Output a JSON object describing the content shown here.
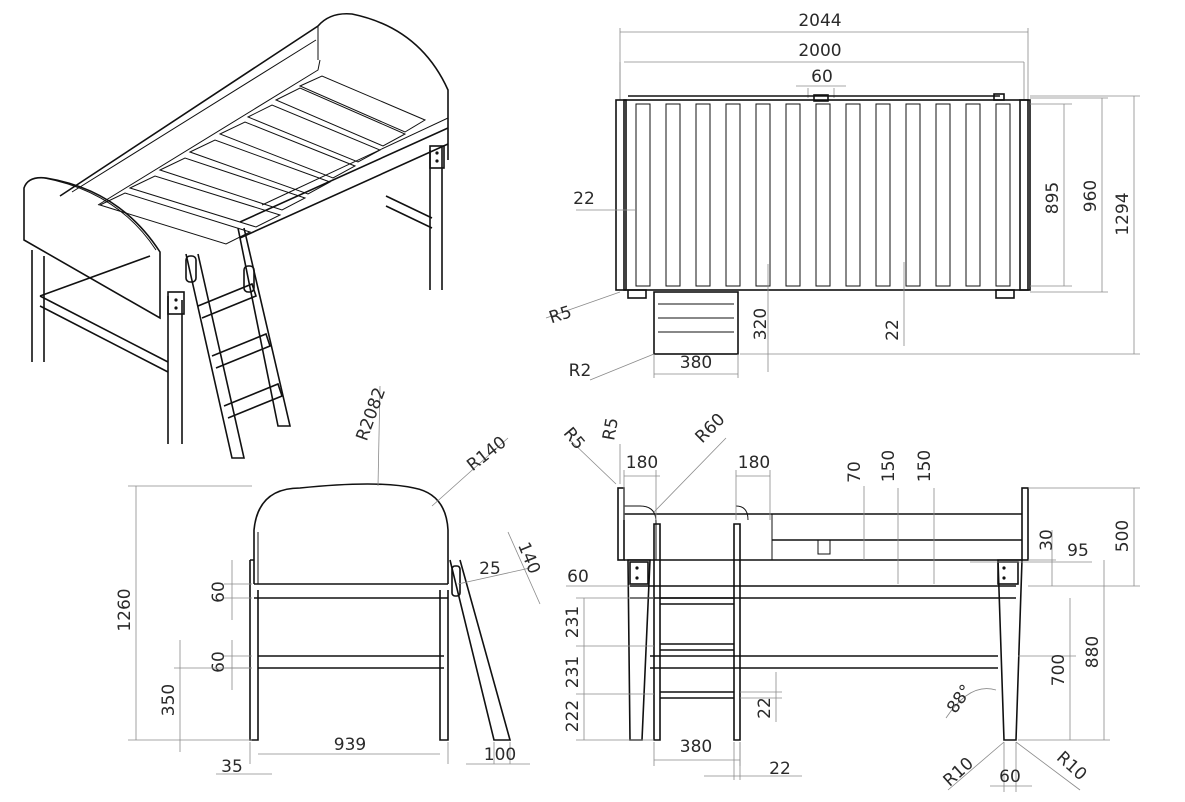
{
  "top_view": {
    "overall_length": "2044",
    "inner_length": "2000",
    "center_notch": "60",
    "slat_gap_left": "22",
    "corner_radius_rail": "R5",
    "corner_radius_ladder": "R2",
    "ladder_width": "380",
    "ladder_depth": "320",
    "slat_gap_bottom": "22",
    "inner_width": "895",
    "outer_width": "960",
    "overall_width": "1294"
  },
  "end_view": {
    "head_arc_radius": "R2082",
    "head_corner_radius": "R140",
    "ladder_thickness": "25",
    "ladder_offset": "140",
    "overall_height": "1260",
    "top_rail_height": "60",
    "lower_rail_height": "60",
    "lower_rail_elevation": "350",
    "inner_span": "939",
    "leg_width": "35",
    "ladder_foot": "100"
  },
  "side_view": {
    "radius_left_top": "R5",
    "radius_left_corner": "R5",
    "radius_ladder_arc": "R60",
    "ladder_rail_left": "180",
    "ladder_rail_right": "180",
    "guard_gap": "70",
    "guard_height_1": "150",
    "guard_height_2": "150",
    "headboard_height": "500",
    "frame_offset": "30",
    "post_offset": "95",
    "rail_depth": "60",
    "step_spacing_1": "231",
    "step_spacing_2": "231",
    "first_step_height": "222",
    "step_thickness": "22",
    "ladder_width": "380",
    "bottom_gap": "22",
    "leg_angle": "88°",
    "lower_rail_height": "700",
    "frame_height": "880",
    "foot_radius_left": "R10",
    "foot_radius_right": "R10",
    "foot_width": "60"
  }
}
